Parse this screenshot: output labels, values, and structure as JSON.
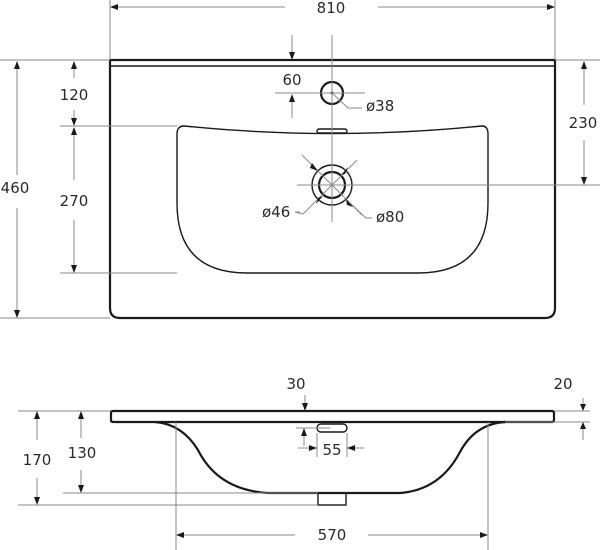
{
  "drawing": {
    "units": "mm",
    "top_view": {
      "overall_width": "810",
      "overall_depth": "460",
      "tap_hole_offset": "60",
      "basin_edge_offset": "120",
      "basin_depth": "270",
      "drain_offset_from_back": "230",
      "tap_hole_diameter": "ø38",
      "drain_inner_diameter": "ø46",
      "drain_outer_diameter": "ø80"
    },
    "side_view": {
      "overflow_offset": "30",
      "slab_thickness": "20",
      "overflow_width": "55",
      "total_height": "170",
      "basin_height": "130",
      "basin_width": "570"
    }
  }
}
